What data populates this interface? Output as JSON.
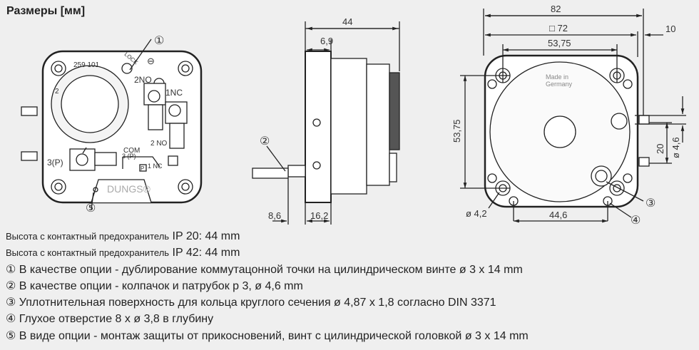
{
  "title": "Размеры [мм]",
  "front_view": {
    "marker_1": "①",
    "marker_5": "⑤",
    "code": "259 101",
    "lock_label": "LOCK",
    "minus": "⊖",
    "port_2": "2",
    "terminal_2no": "2NO",
    "terminal_1nc": "1NC",
    "terminal_3p": "3(P)",
    "schematic_2no": "2 NO",
    "schematic_com": "COM",
    "schematic_3p": "3 (P)",
    "schematic_1nc": "1 NC",
    "schematic_p": "P",
    "brand": "DUNGS®"
  },
  "side_view": {
    "dim_44": "44",
    "dim_6_9": "6,9",
    "dim_8_6": "8,6",
    "dim_16_2": "16,2",
    "marker_2": "②"
  },
  "rear_view": {
    "dim_82": "82",
    "dim_72": "□ 72",
    "dim_53_75_h": "53,75",
    "dim_53_75_v": "53,75",
    "dim_10": "10",
    "dim_20": "20",
    "dim_4_6": "ø 4,6",
    "dim_4_2": "ø 4,2",
    "dim_44_6": "44,6",
    "made_in_1": "Made in",
    "made_in_2": "Germany",
    "marker_3": "③",
    "marker_4": "④"
  },
  "notes": [
    {
      "small": "Высота с контактный предохранитель",
      "big": "IP 20: 44 mm"
    },
    {
      "small": "Высота с контактный предохранитель",
      "big": "IP 42: 44 mm"
    },
    {
      "text": "① В качестве опции - дублирование коммутацонной точки на цилиндрическом винте ø 3 x 14 mm"
    },
    {
      "text": "② В качестве опции - колпачок и патрубок р 3, ø 4,6 mm"
    },
    {
      "text": "③ Уплотнительная поверхность для кольца круглого сечения ø 4,87 x 1,8 согласно DIN 3371"
    },
    {
      "text": "④ Глухое отверстие 8 x ø 3,8 в глубину"
    },
    {
      "text": "⑤ В виде опции - монтаж защиты от прикосновений, винт с цилиндрической головкой ø 3 x 14 mm"
    }
  ]
}
